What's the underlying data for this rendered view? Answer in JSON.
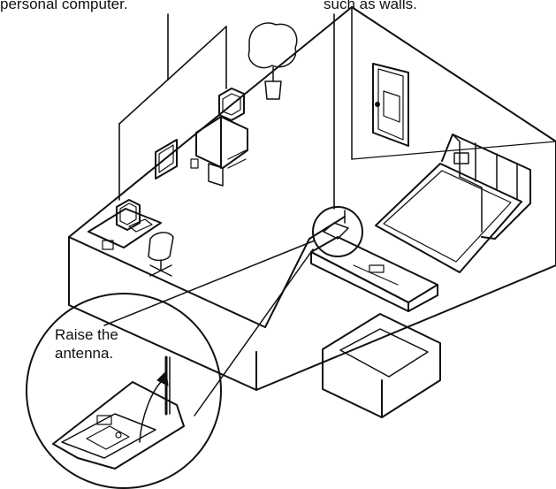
{
  "labels": {
    "top_left": "personal computer.",
    "top_right": "such as walls.",
    "zoom_line1": "Raise the",
    "zoom_line2": "antenna."
  },
  "colors": {
    "line": "#111111",
    "background": "#ffffff"
  }
}
